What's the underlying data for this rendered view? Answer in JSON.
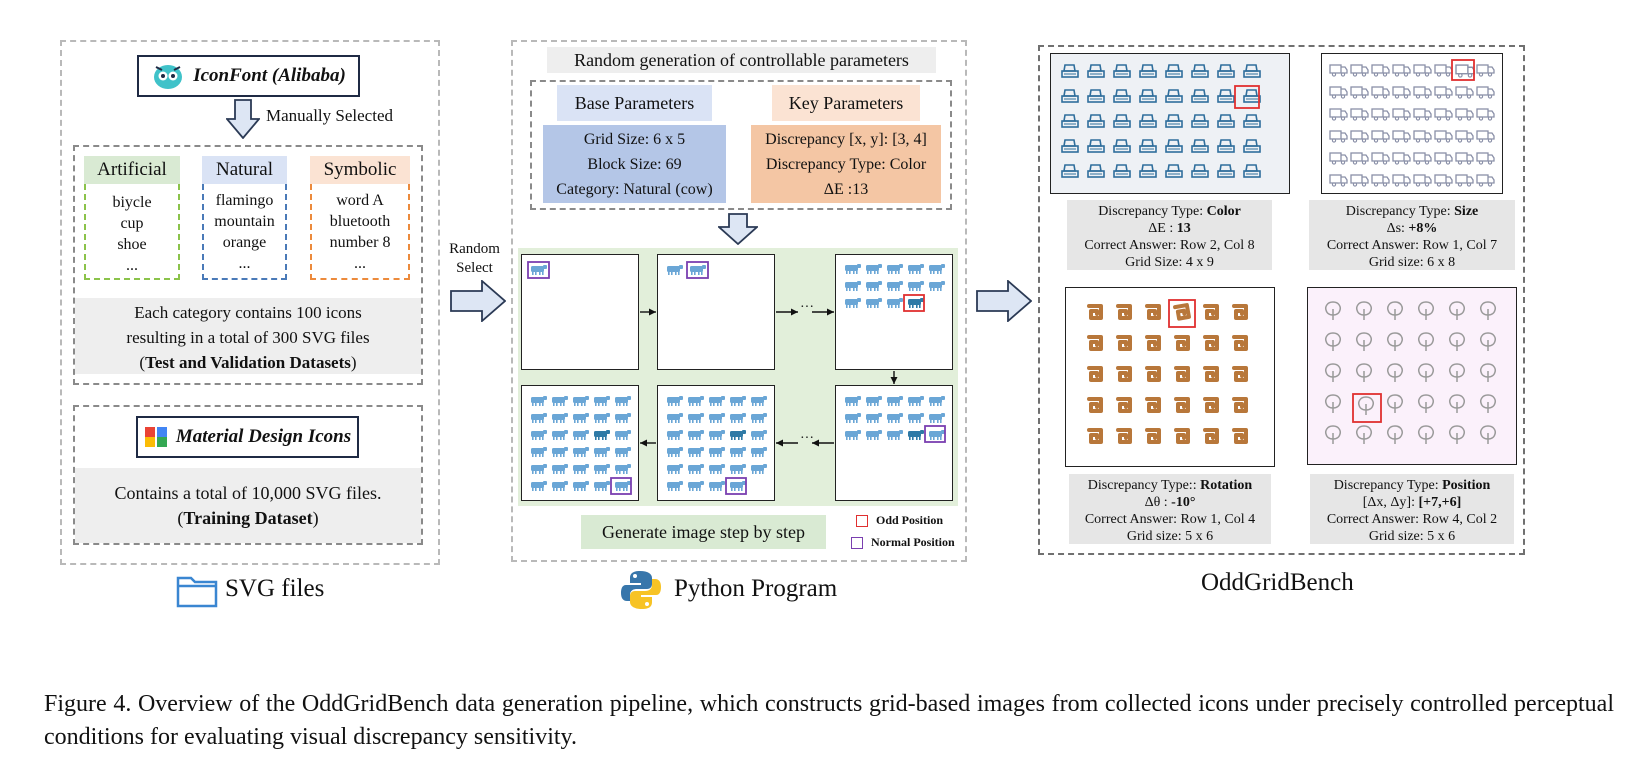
{
  "left": {
    "iconfont_label": "IconFont (Alibaba)",
    "manual_label": "Manually Selected",
    "categories": [
      {
        "name": "Artificial",
        "items": [
          "biycle",
          "cup",
          "shoe",
          "..."
        ]
      },
      {
        "name": "Natural",
        "items": [
          "flamingo",
          "mountain",
          "orange",
          "..."
        ]
      },
      {
        "name": "Symbolic",
        "items": [
          "word A",
          "bluetooth",
          "number 8",
          "..."
        ]
      }
    ],
    "note_line1": "Each category contains 100 icons",
    "note_line2": "resulting in a total of 300 SVG files",
    "note_bold": "Test and Validation Datasets",
    "mdi_label": "Material Design Icons",
    "mdi_line1": "Contains a total of 10,000 SVG files.",
    "mdi_bold": "Training Dataset",
    "title": "SVG files"
  },
  "random_select": [
    "Random",
    "Select"
  ],
  "middle": {
    "header": "Random generation of controllable parameters",
    "base_title": "Base Parameters",
    "base_lines": [
      "Grid Size: 6 x 5",
      "Block Size: 69",
      "Category: Natural (cow)"
    ],
    "key_title": "Key Parameters",
    "key_lines": [
      "Discrepancy [x, y]: [3, 4]",
      "Discrepancy Type: Color",
      "ΔE :13"
    ],
    "step_label": "Generate image step by step",
    "legend_odd": "Odd Position",
    "legend_normal": "Normal Position",
    "ellipsis": "···",
    "title": "Python Program"
  },
  "right": {
    "title": "OddGridBench",
    "examples": [
      {
        "type_prefix": "Discrepancy Type: ",
        "type_bold": "Color",
        "delta_prefix": "ΔE : ",
        "delta_bold": "13",
        "answer": "Correct Answer: Row 2, Col 8",
        "grid": "Grid Size: 4 x 9"
      },
      {
        "type_prefix": "Discrepancy Type: ",
        "type_bold": "Size",
        "delta_prefix": "Δs: ",
        "delta_bold": "+8%",
        "answer": "Correct Answer: Row 1, Col 7",
        "grid": "Grid size: 6 x 8"
      },
      {
        "type_prefix": "Discrepancy Type:: ",
        "type_bold": "Rotation",
        "delta_prefix": "Δθ : ",
        "delta_bold": "-10°",
        "answer": "Correct Answer: Row 1, Col 4",
        "grid": "Grid size: 5 x 6"
      },
      {
        "type_prefix": "Discrepancy Type: ",
        "type_bold": "Position",
        "delta_prefix": "[Δx, Δy]: ",
        "delta_bold": "[+7,+6]",
        "answer": "Correct Answer: Row 4, Col 2",
        "grid": "Grid size: 5 x 6"
      }
    ]
  },
  "caption": "Figure 4.  Overview of the OddGridBench data generation pipeline, which constructs grid-based images from collected icons under precisely controlled perceptual conditions for evaluating visual discrepancy sensitivity.",
  "colors": {
    "artificial_bg": "#d9ead3",
    "artificial_border": "#8bc34a",
    "natural_bg": "#dae3f5",
    "natural_border": "#4a7ab8",
    "symbolic_bg": "#fbe3d3",
    "symbolic_border": "#ec8a3c",
    "base_head_bg": "#dae3f5",
    "base_body_bg": "#b4c6e7",
    "key_head_bg": "#fbe3d3",
    "key_body_bg": "#f4c6a4",
    "steps_bg": "#e2efda",
    "cow": "#6aa6d6",
    "cow_odd": "#2f7aa6",
    "odd_box": "#e03030",
    "normal_box": "#7a3fb0",
    "printer": "#2f6e9c",
    "truck": "#8a90a8",
    "spiral": "#b8773a",
    "tree": "#9a9a9a",
    "arrow_fill": "#dde6f4",
    "arrow_stroke": "#2b3a55"
  }
}
